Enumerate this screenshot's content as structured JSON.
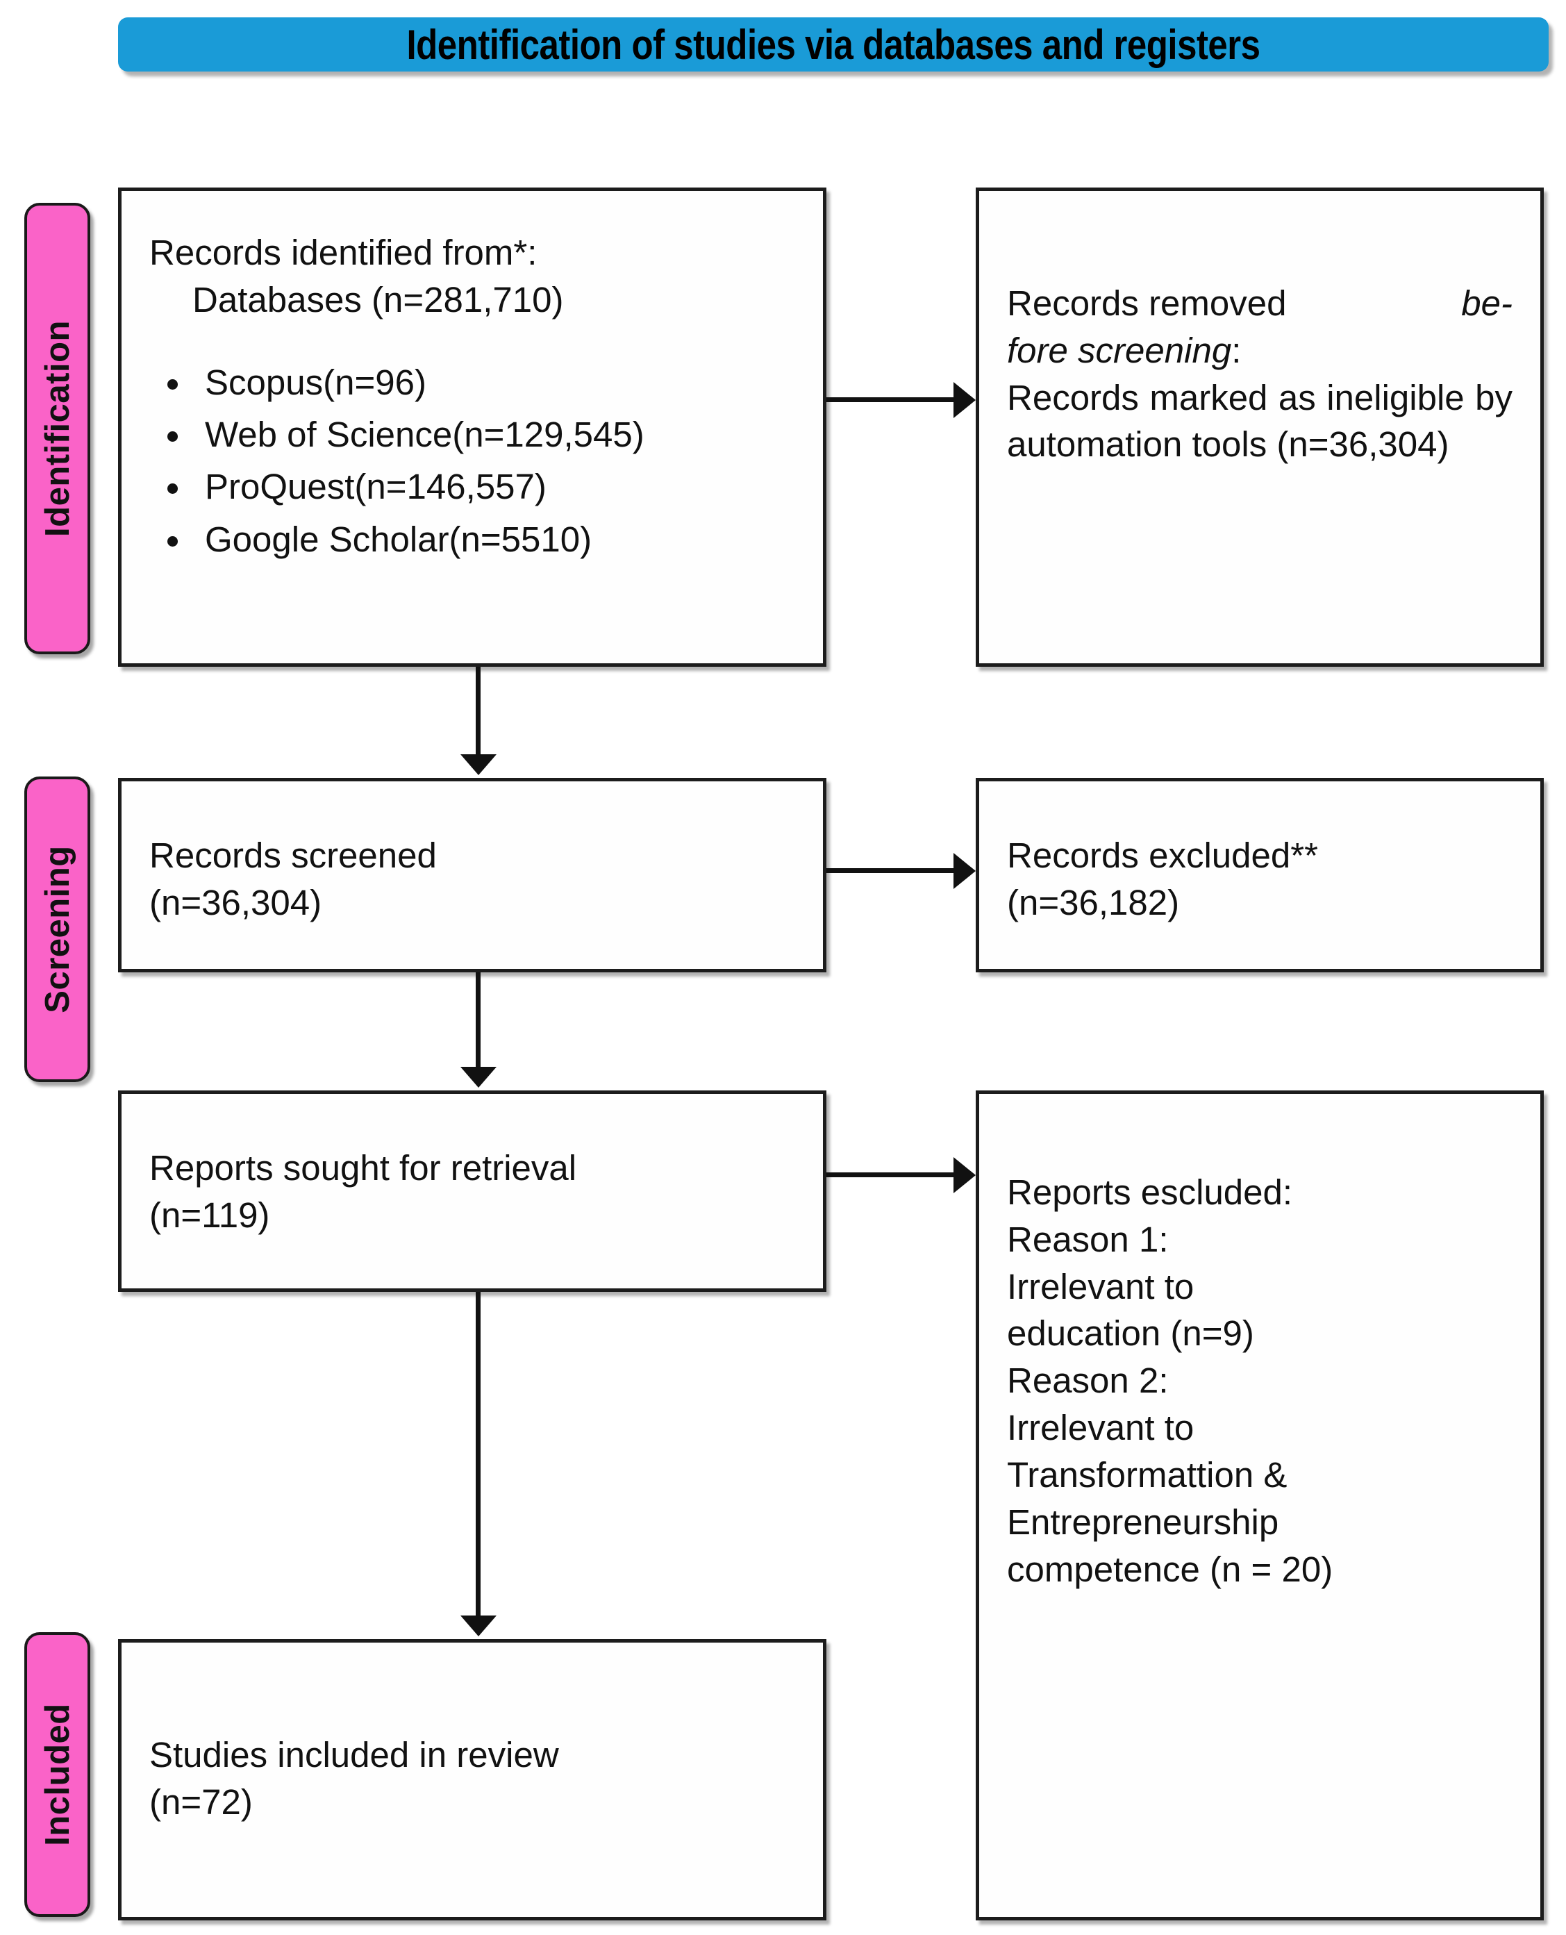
{
  "banner": {
    "title": "Identification of studies via databases and registers",
    "color": "#1A9BD7"
  },
  "stages": {
    "color": "#FA63C8",
    "identification": "Identification",
    "screening": "Screening",
    "included": "Included"
  },
  "boxes": {
    "records_identified": {
      "heading": "Records identified from*:",
      "subheading": "Databases (n=281,710)",
      "sources": [
        "Scopus(n=96)",
        "Web of Science(n=129,545)",
        "ProQuest(n=146,557)",
        "Google Scholar(n=5510)"
      ]
    },
    "records_removed": {
      "line1_plain": "Records removed ",
      "line1_italic": "be-",
      "line2_italic": "fore screening",
      "line2_plain": ":",
      "line3": "Records marked as ineligible by automation tools (n=36,304)"
    },
    "records_screened": {
      "line1": "Records screened",
      "line2": "(n=36,304)"
    },
    "records_excluded": {
      "line1": "Records excluded**",
      "line2": "(n=36,182)"
    },
    "reports_sought": {
      "line1": "Reports sought for retrieval",
      "line2": "(n=119)"
    },
    "reports_excluded": {
      "line1": "Reports escluded:",
      "line2": "Reason 1:",
      "line3": "Irrelevant to",
      "line4": "education (n=9)",
      "line5": "Reason 2:",
      "line6": "Irrelevant to",
      "line7": "Transformattion &",
      "line8": "Entrepreneurship",
      "line9": "competence (n = 20)"
    },
    "studies_included": {
      "line1": "Studies included in review",
      "line2": "(n=72)"
    }
  }
}
